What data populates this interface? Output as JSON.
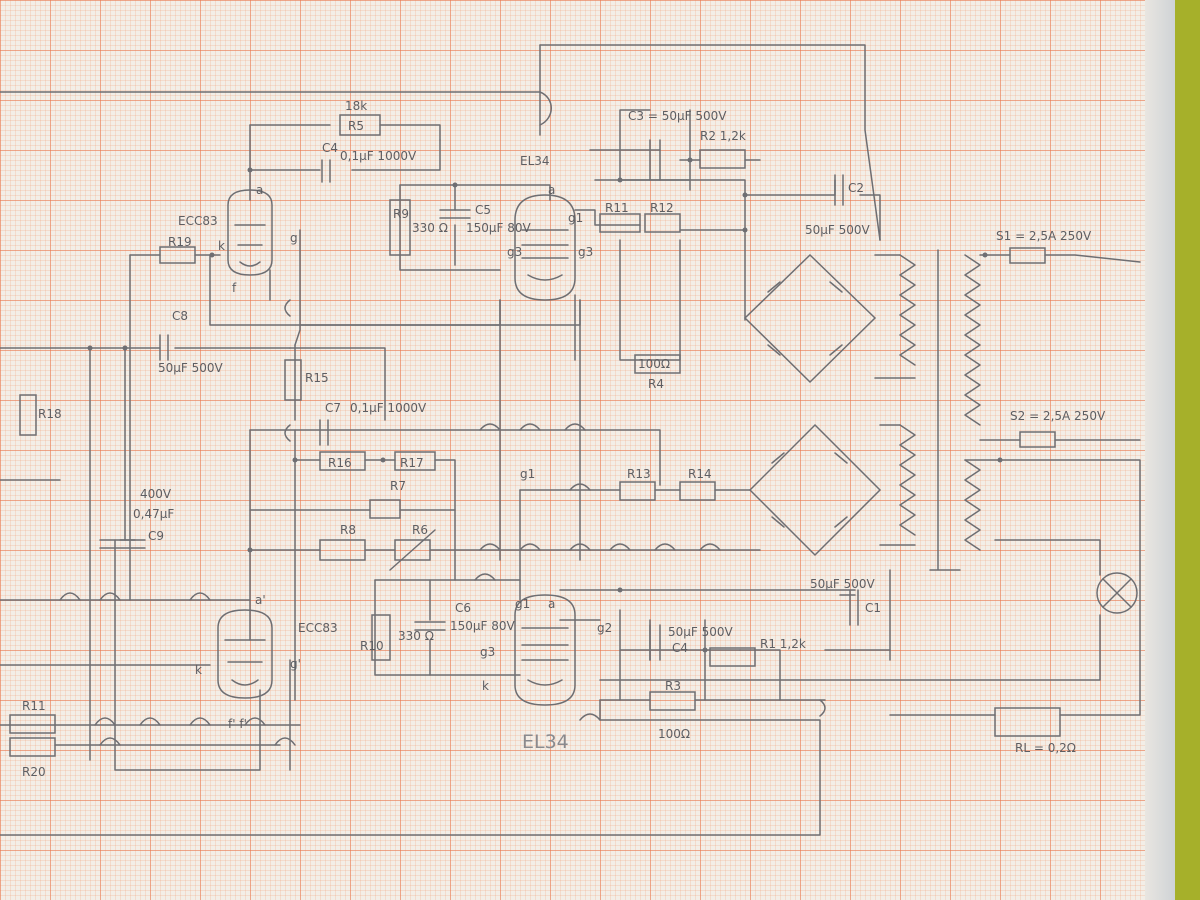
{
  "labels": {
    "r5_value": "18k",
    "r5": "R5",
    "c3": "C3 = 50µF 500V",
    "r2": "R2 1,2k",
    "c2": "C2",
    "c2_value": "50µF 500V",
    "c4_value": "0,1µF 1000V",
    "c4": "C4",
    "v1": "ECC83",
    "a": "a",
    "g": "g",
    "k": "k",
    "f": "f",
    "r19": "R19",
    "v3": "EL34",
    "g1": "g1",
    "g3": "g3",
    "r9": "R9",
    "r330": "330 Ω",
    "c5": "C5",
    "c5_value": "150µF 80V",
    "r11": "R11",
    "r12": "R12",
    "r4_value": "100Ω",
    "r4": "R4",
    "fuse1": "S1 = 2,5A 250V",
    "fuse2": "S2 = 2,5A 250V",
    "c8": "C8",
    "c8_value": "50µF 500V",
    "r15": "R15",
    "c7": "C7",
    "c7_value": "0,1µF 1000V",
    "r18": "R18",
    "r16": "R16",
    "r17": "R17",
    "r7": "R7",
    "r8": "R8",
    "r6": "R6",
    "c9_v": "400V",
    "c9_f": "0,47µF",
    "c9": "C9",
    "r13": "R13",
    "r14": "R14",
    "c1_value": "50µF 500V",
    "c1": "C1",
    "v2": "ECC83",
    "a2": "a'",
    "g2": "g'",
    "ff": "f' f'",
    "c6": "C6",
    "c6_value": "150µF 80V",
    "r330b": "330 Ω",
    "r10": "R10",
    "g2b": "g2",
    "c4b_value": "50µF 500V",
    "c4b": "C4",
    "r1": "R1 1,2k",
    "r3": "R3",
    "r3_value": "100Ω",
    "v4": "EL34",
    "rl": "RL = 0,2Ω",
    "r11b": "R11",
    "r20": "R20"
  }
}
